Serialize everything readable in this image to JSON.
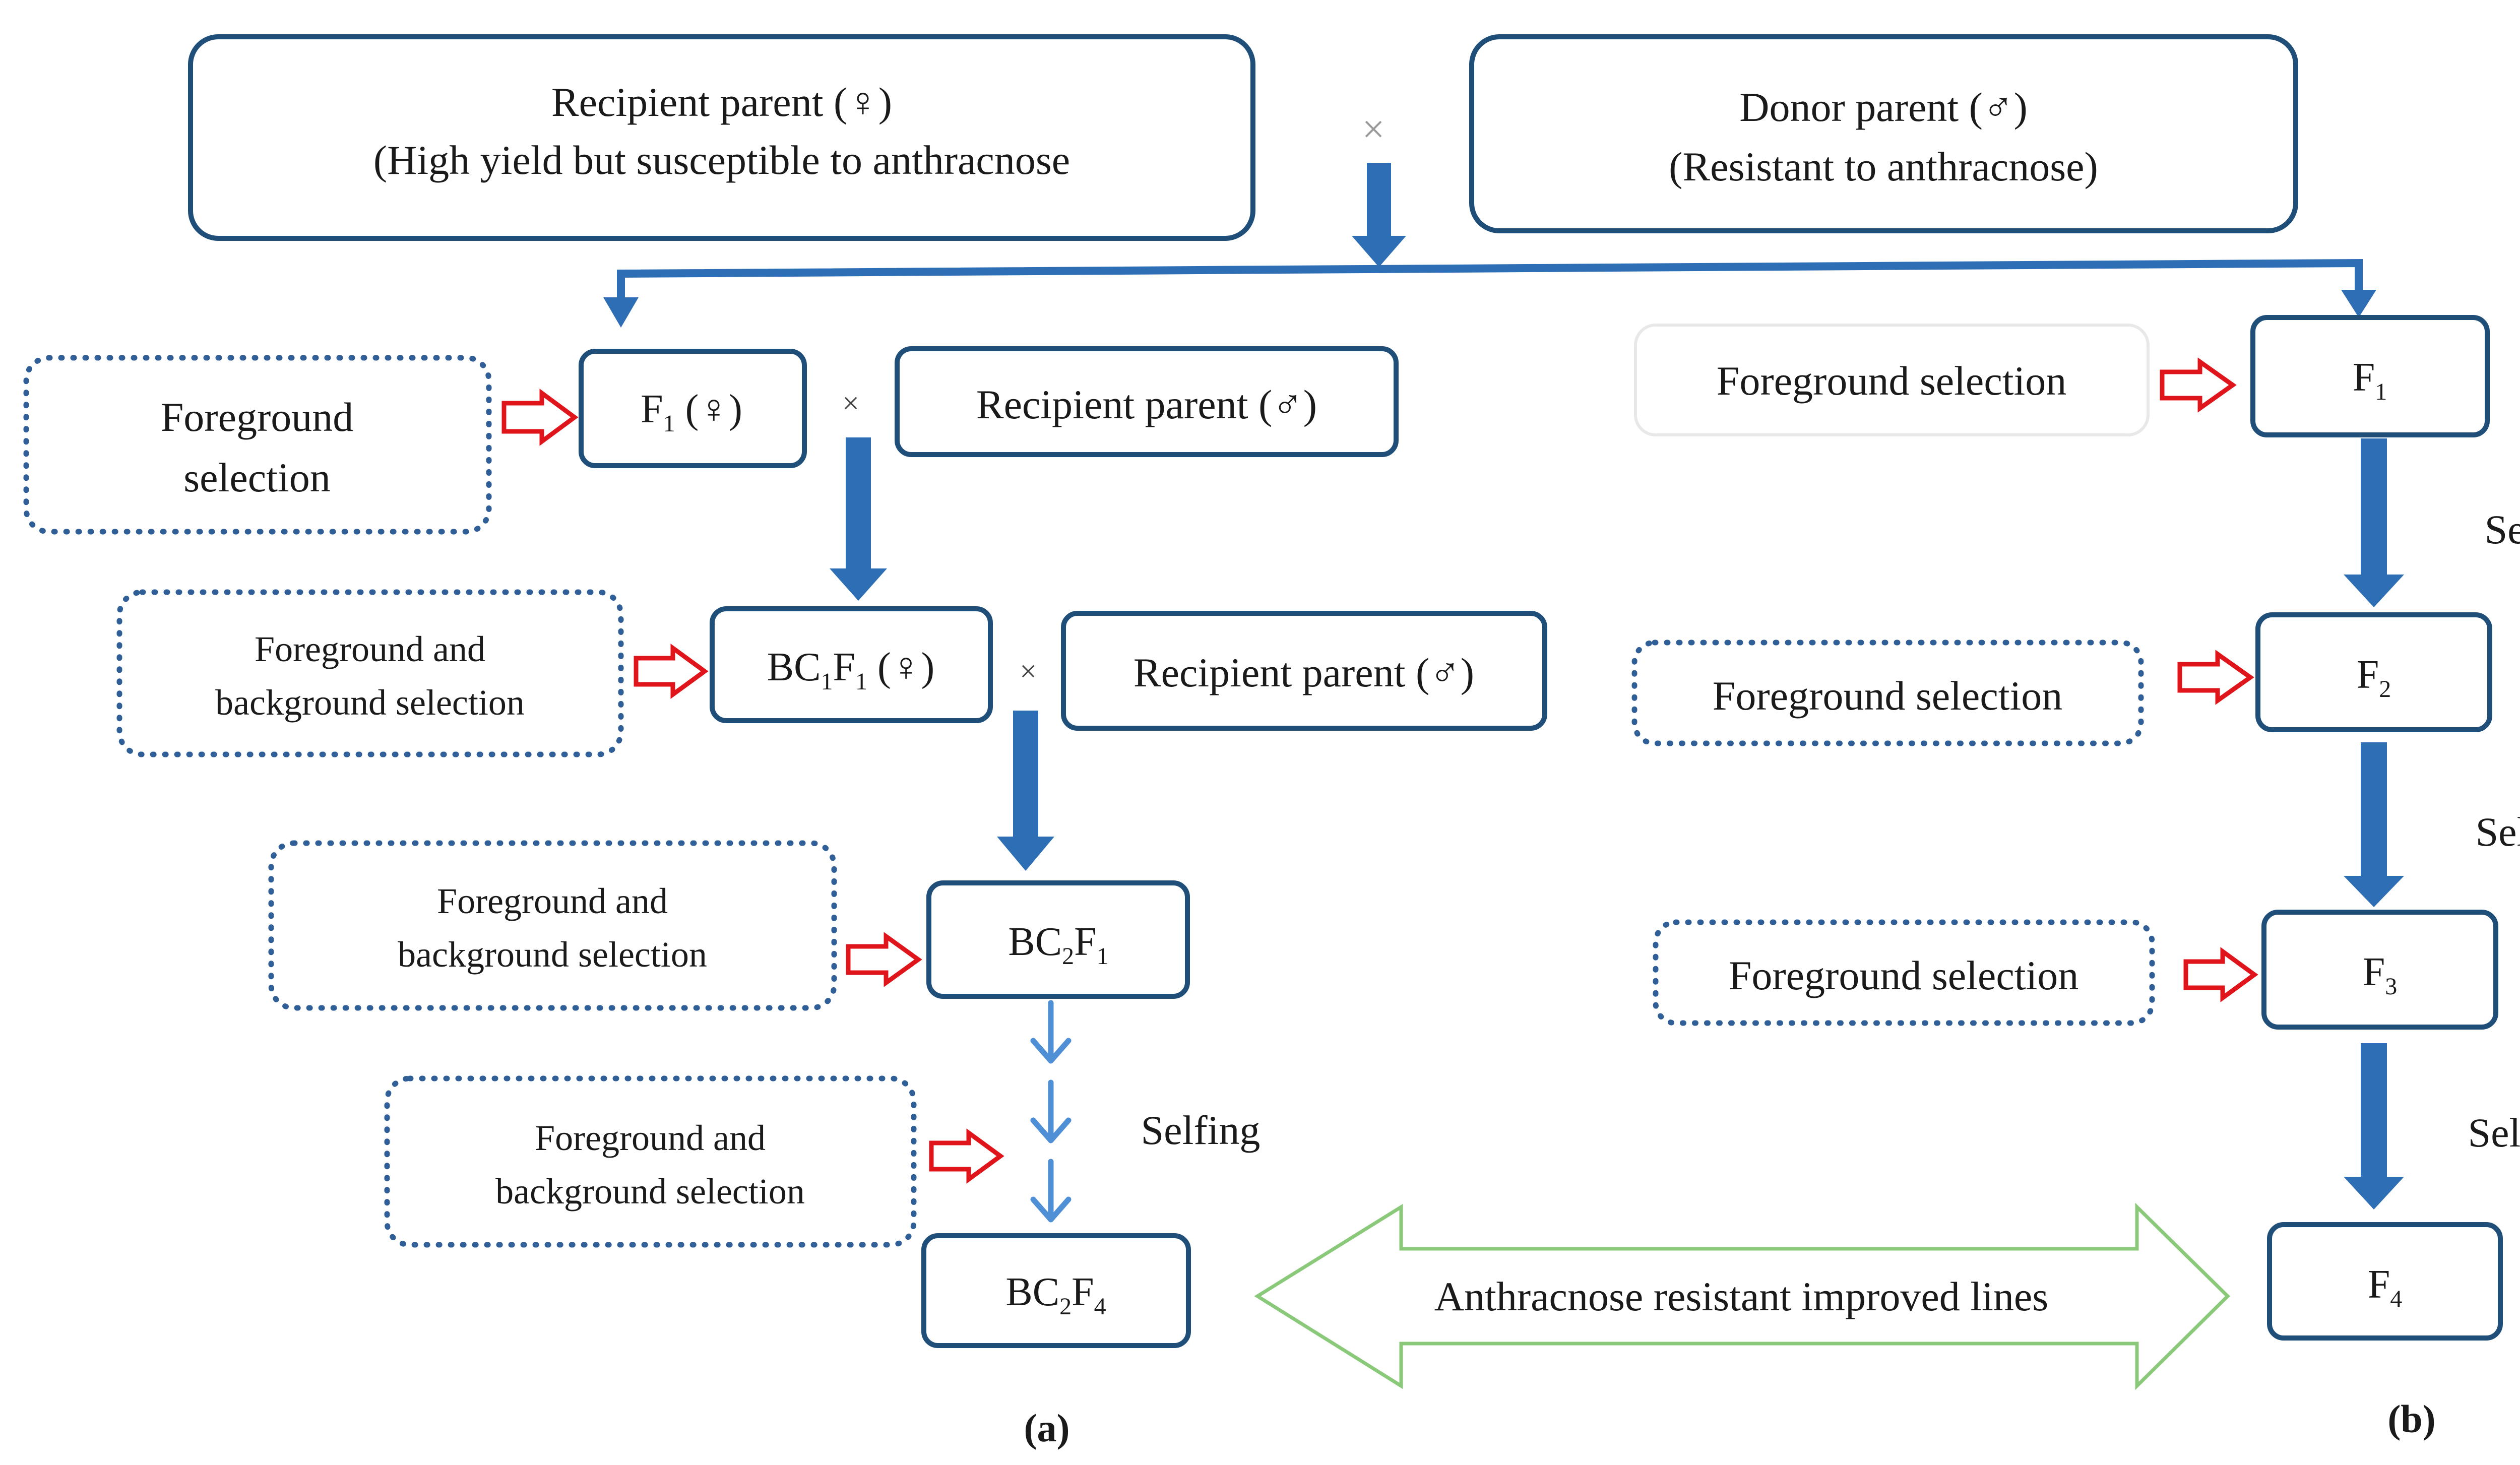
{
  "colors": {
    "box_border": "#1f4e79",
    "arrow_blue": "#2e6eb5",
    "arrow_light": "#4f8fd6",
    "arrow_red": "#e0151b",
    "arrow_green": "#8bc97a",
    "dotted_border": "#2f5f96"
  },
  "top": {
    "recipient_title": "Recipient parent (♀)",
    "recipient_sub": "(High yield but susceptible to anthracnose",
    "cross_symbol": "×",
    "donor_title": "Donor parent (♂)",
    "donor_sub": "(Resistant to anthracnose)"
  },
  "left": {
    "fg_selection_1": [
      "Foreground",
      "selection"
    ],
    "f1_node": {
      "base": "F",
      "sub": "1",
      "suffix": " (♀)"
    },
    "cross_1": "×",
    "recipient_1": "Recipient parent (♂)",
    "fgbg_1": [
      "Foreground and",
      "background selection"
    ],
    "bc1f1_node": {
      "p1": "BC",
      "s1": "1",
      "p2": "F",
      "s2": "1",
      "suffix": " (♀)"
    },
    "cross_2": "×",
    "recipient_2": "Recipient parent (♂)",
    "fgbg_2": [
      "Foreground and",
      "background selection"
    ],
    "bc2f1_node": {
      "p1": "BC",
      "s1": "2",
      "p2": "F",
      "s2": "1"
    },
    "fgbg_3": [
      "Foreground and",
      "background selection"
    ],
    "selfing": "Selfing",
    "bc2f4_node": {
      "p1": "BC",
      "s1": "2",
      "p2": "F",
      "s2": "4"
    },
    "caption": "(a)"
  },
  "right": {
    "fg_selection_1": "Foreground selection",
    "f1_node": {
      "base": "F",
      "sub": "1"
    },
    "selfing_1": "Selfing",
    "fg_selection_2": "Foreground selection",
    "f2_node": {
      "base": "F",
      "sub": "2"
    },
    "selfing_2": "Selfing",
    "fg_selection_3": "Foreground selection",
    "f3_node": {
      "base": "F",
      "sub": "3"
    },
    "selfing_3": "Selfing",
    "f4_node": {
      "base": "F",
      "sub": "4"
    },
    "caption": "(b)"
  },
  "middle": {
    "result_label": "Anthracnose resistant improved lines"
  }
}
